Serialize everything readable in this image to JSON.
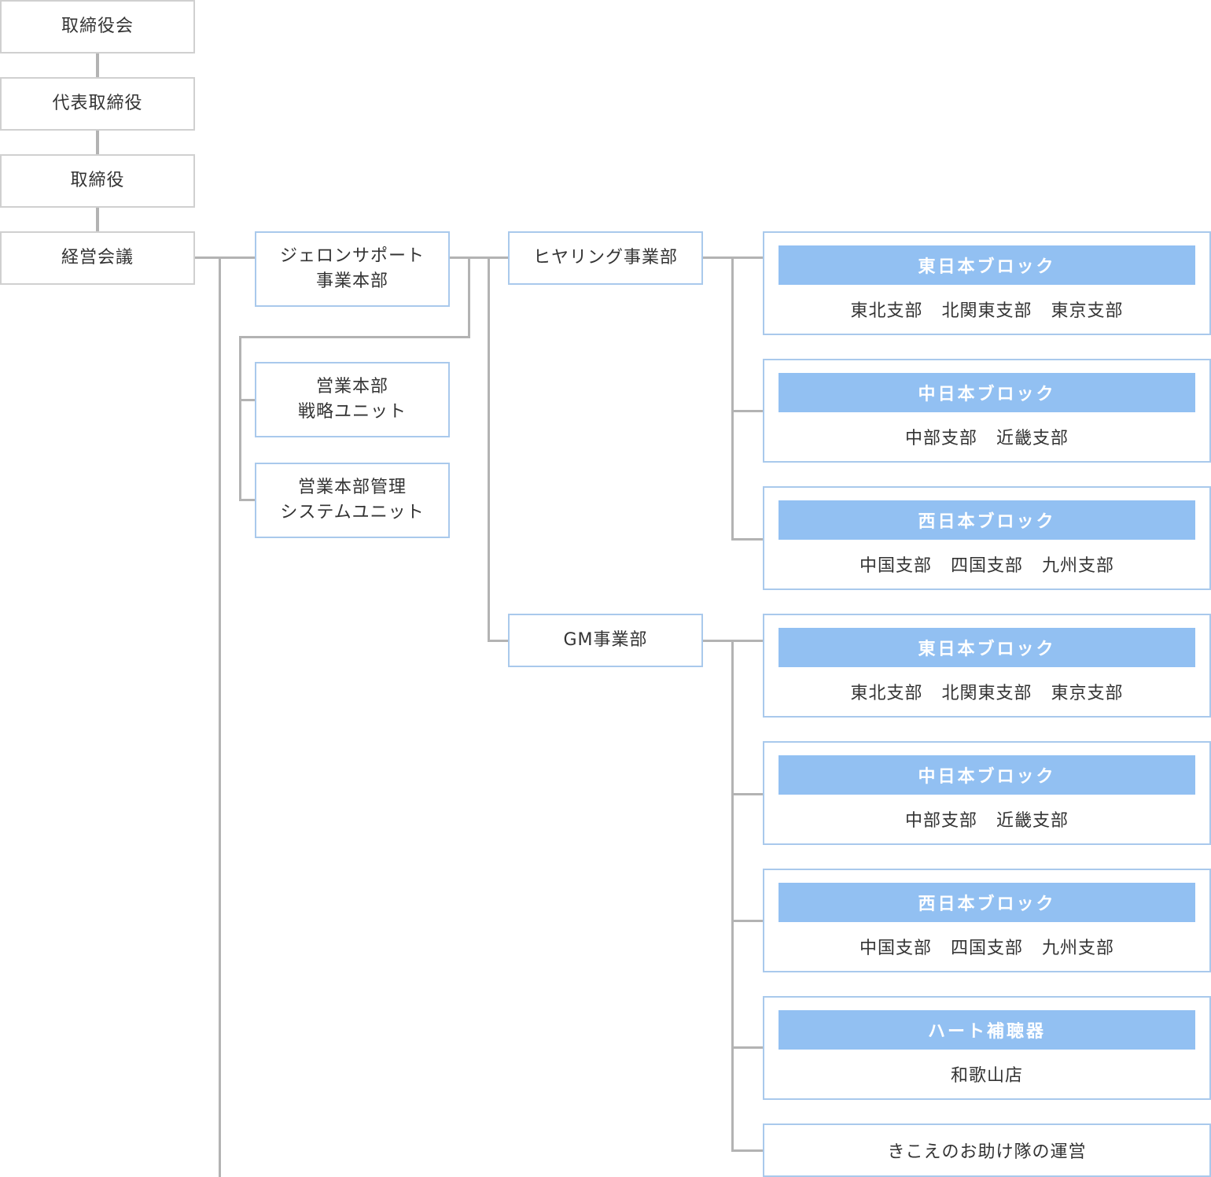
{
  "executive": [
    "取締役会",
    "代表取締役",
    "取締役",
    "経営会議"
  ],
  "support": {
    "name": [
      "ジェロンサポート",
      "事業本部"
    ],
    "units": [
      [
        "営業本部",
        "戦略ユニット"
      ],
      [
        "営業本部管理",
        "システムユニット"
      ]
    ]
  },
  "divisions": [
    {
      "name": "ヒヤリング事業部",
      "blocks": [
        {
          "title": "東日本ブロック",
          "branches": [
            "東北支部",
            "北関東支部",
            "東京支部"
          ]
        },
        {
          "title": "中日本ブロック",
          "branches": [
            "中部支部",
            "近畿支部"
          ]
        },
        {
          "title": "西日本ブロック",
          "branches": [
            "中国支部",
            "四国支部",
            "九州支部"
          ]
        }
      ]
    },
    {
      "name": "GM事業部",
      "blocks": [
        {
          "title": "東日本ブロック",
          "branches": [
            "東北支部",
            "北関東支部",
            "東京支部"
          ]
        },
        {
          "title": "中日本ブロック",
          "branches": [
            "中部支部",
            "近畿支部"
          ]
        },
        {
          "title": "西日本ブロック",
          "branches": [
            "中国支部",
            "四国支部",
            "九州支部"
          ]
        },
        {
          "title": "ハート補聴器",
          "branches": [
            "和歌山店"
          ]
        }
      ],
      "extra": "きこえのお助け隊の運営"
    }
  ]
}
